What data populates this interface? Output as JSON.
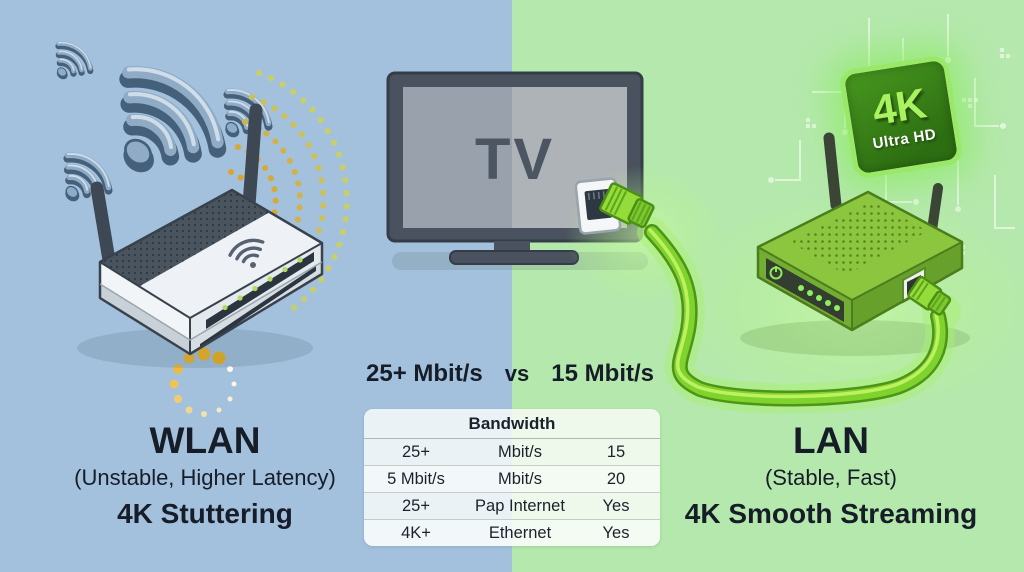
{
  "scene": {
    "left_bg": "#a3c1dd",
    "right_bg": "#b5e8ad",
    "accent_green": "#7ed32c",
    "accent_yellow": "#e0a52c",
    "text_dark": "#161d28"
  },
  "icons": [
    "wifi-3d-icon",
    "signal-waves-icon",
    "buffering-spinner-icon",
    "router-wifi",
    "router-lan",
    "tv-screen",
    "ethernet-cable",
    "ethernet-plug-icon",
    "power-icon",
    "circuit-traces",
    "4k-badge"
  ],
  "tv": {
    "label": "TV"
  },
  "badge": {
    "line1": "4K",
    "line2": "Ultra HD"
  },
  "comparison": {
    "left_value": "25+ Mbit/s",
    "vs": "vs",
    "right_value": "15 Mbit/s"
  },
  "table": {
    "header": "Bandwidth",
    "rows": [
      [
        "25+",
        "Mbit/s",
        "15"
      ],
      [
        "5 Mbit/s",
        "Mbit/s",
        "20"
      ],
      [
        "25+",
        "Pap Internet",
        "Yes"
      ],
      [
        "4K+",
        "Ethernet",
        "Yes"
      ]
    ]
  },
  "left_panel": {
    "title": "WLAN",
    "subtitle": "(Unstable, Higher Latency)",
    "status": "4K Stuttering"
  },
  "right_panel": {
    "title": "LAN",
    "subtitle": "(Stable, Fast)",
    "status": "4K Smooth Streaming"
  }
}
